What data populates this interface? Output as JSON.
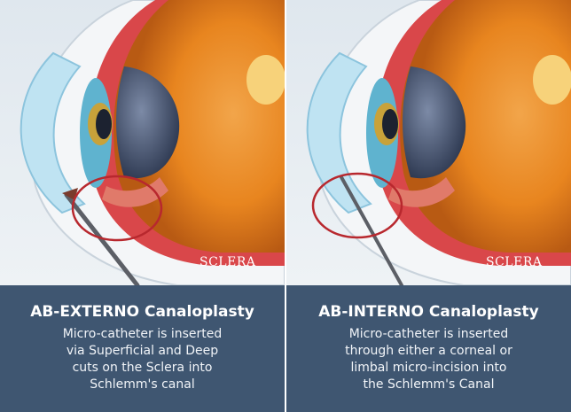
{
  "panels": [
    {
      "label_sclera": "SCLERA",
      "title": "AB-EXTERNO Canaloplasty",
      "body": "Micro-catheter is inserted\nvia Superficial and Deep\ncuts on the Sclera into\nSchlemm's canal"
    },
    {
      "label_sclera": "SCLERA",
      "title": "AB-INTERNO Canaloplasty",
      "body": "Micro-catheter is inserted\nthrough either a corneal or\nlimbal micro-incision  into\nthe Schlemm's Canal"
    }
  ],
  "colors": {
    "caption_background": "#3f5671",
    "highlight_circle": "#b8282e",
    "sclera": "#f4f6f8",
    "vitreous": "#e8851f"
  }
}
